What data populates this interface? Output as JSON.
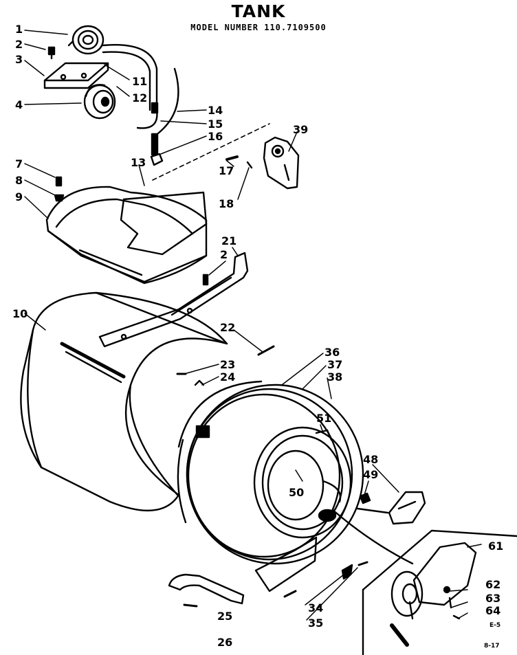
{
  "header": {
    "title": "TANK",
    "model": "MODEL NUMBER 110.7109500"
  },
  "part_labels": [
    "1",
    "2",
    "3",
    "4",
    "7",
    "8",
    "9",
    "10",
    "11",
    "12",
    "13",
    "14",
    "15",
    "16",
    "17",
    "18",
    "21",
    "2",
    "22",
    "23",
    "24",
    "25",
    "26",
    "34",
    "35",
    "36",
    "37",
    "38",
    "39",
    "48",
    "49",
    "50",
    "51",
    "61",
    "62",
    "63",
    "64"
  ],
  "footer": {
    "code": "E-5",
    "page": "8-17"
  }
}
